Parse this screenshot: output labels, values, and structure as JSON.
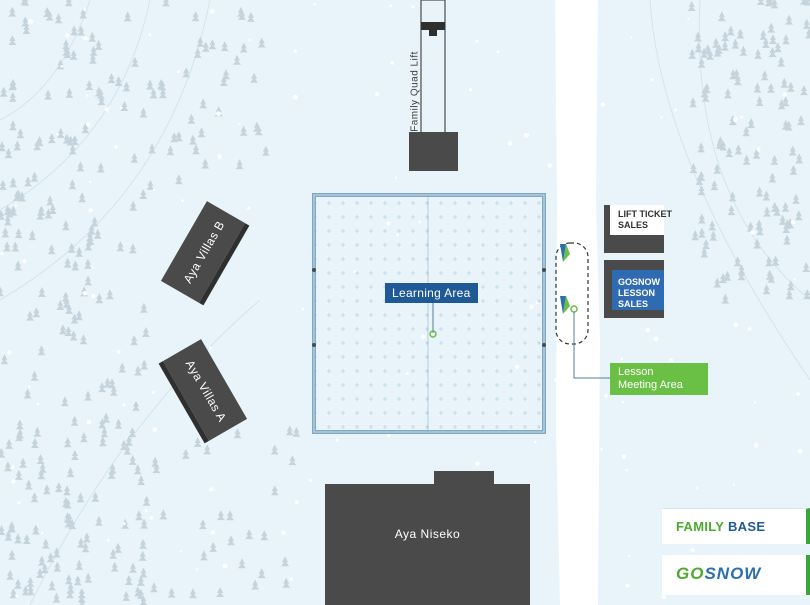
{
  "map": {
    "lift_label": "Family Quad Lift",
    "learning_area_label": "Learning Area",
    "lesson_meeting_area_label": "Lesson\nMeeting Area",
    "buildings": {
      "villas_b": "Aya Villas B",
      "villas_a": "Aya Villas A",
      "aya_niseko": "Aya Niseko"
    },
    "signs": {
      "lift_ticket_line1": "LIFT TICKET",
      "lift_ticket_line2": "SALES",
      "gosnow_line1": "GOSNOW",
      "gosnow_line2": "LESSON",
      "gosnow_line3": "SALES"
    }
  },
  "legend": {
    "family_word": "FAMILY",
    "base_word": "BASE",
    "logo_go": "GO",
    "logo_snow": "SNOW"
  },
  "colors": {
    "snow": "#eaf5fb",
    "building": "#4a4a4a",
    "brand_green": "#6abf45",
    "brand_blue": "#1f5a96"
  }
}
